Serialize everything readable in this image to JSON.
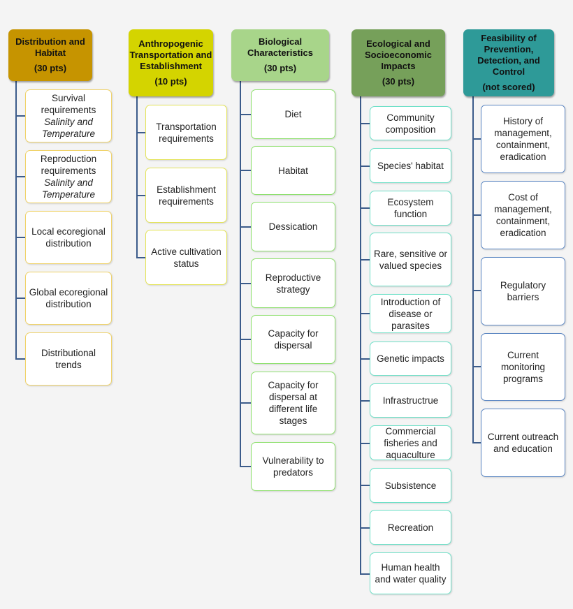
{
  "columns": [
    {
      "id": "distribution",
      "title": "Distribution and Habitat",
      "points": "(30 pts)",
      "color": "#c69400",
      "items": [
        {
          "label": "Survival requirements",
          "italic": "Salinity and Temperature"
        },
        {
          "label": "Reproduction requirements",
          "italic": "Salinity and Temperature"
        },
        {
          "label": "Local ecoregional distribution"
        },
        {
          "label": "Global ecoregional distribution"
        },
        {
          "label": "Distributional trends"
        }
      ]
    },
    {
      "id": "transport",
      "title": "Anthropogenic Transportation and Establishment",
      "points": "(10 pts)",
      "color": "#d4d400",
      "items": [
        {
          "label": "Transportation requirements"
        },
        {
          "label": "Establishment requirements"
        },
        {
          "label": "Active cultivation status"
        }
      ]
    },
    {
      "id": "biological",
      "title": "Biological Characteristics",
      "points": "(30 pts)",
      "color": "#a8d58a",
      "items": [
        {
          "label": "Diet"
        },
        {
          "label": "Habitat"
        },
        {
          "label": "Dessication"
        },
        {
          "label": "Reproductive strategy"
        },
        {
          "label": "Capacity for dispersal"
        },
        {
          "label": "Capacity for dispersal at different life stages"
        },
        {
          "label": "Vulnerability to predators"
        }
      ]
    },
    {
      "id": "impacts",
      "title": "Ecological and Socioeconomic Impacts",
      "points": "(30 pts)",
      "color": "#76a05a",
      "items": [
        {
          "label": "Community composition"
        },
        {
          "label": "Species' habitat"
        },
        {
          "label": "Ecosystem function"
        },
        {
          "label": "Rare, sensitive or valued species"
        },
        {
          "label": "Introduction of disease or parasites"
        },
        {
          "label": "Genetic impacts"
        },
        {
          "label": "Infrastructrue"
        },
        {
          "label": "Commercial fisheries and aquaculture"
        },
        {
          "label": "Subsistence"
        },
        {
          "label": "Recreation"
        },
        {
          "label": "Human health and water quality"
        }
      ]
    },
    {
      "id": "feasibility",
      "title": "Feasibility of Prevention, Detection, and Control",
      "points": "(not scored)",
      "color": "#2e9a98",
      "items": [
        {
          "label": "History of management, containment, eradication"
        },
        {
          "label": "Cost of management, containment, eradication"
        },
        {
          "label": "Regulatory barriers"
        },
        {
          "label": "Current monitoring programs"
        },
        {
          "label": "Current outreach and education"
        }
      ]
    }
  ]
}
